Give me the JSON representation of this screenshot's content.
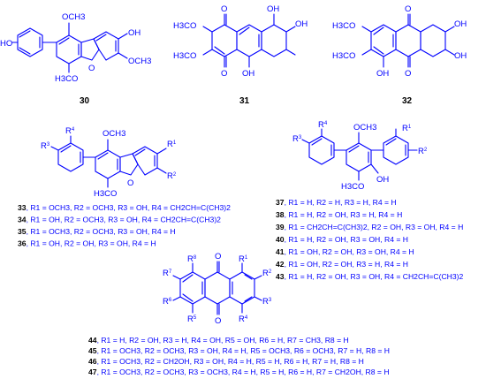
{
  "compounds": {
    "c30": {
      "number": "30",
      "labels": {
        "ome_top": "OCH3",
        "oh_right": "OH",
        "ome_right": "OCH3",
        "ome_bottom": "H3CO",
        "oh_left": "HO"
      }
    },
    "c31": {
      "number": "31",
      "labels": {
        "ome_a": "H3CO",
        "ome_b": "H3CO",
        "oh_top": "OH",
        "oh_bottom": "OH"
      }
    },
    "c32": {
      "number": "32",
      "labels": {
        "ome_a": "H3CO",
        "ome_b": "H3CO",
        "oh_top": "OH",
        "oh_bottom": "OH",
        "oh_right": "OH"
      }
    },
    "scaffoldA": {
      "labels": {
        "ome_top": "OCH3",
        "r1": "R1",
        "r2": "R2",
        "r3": "R3",
        "r4": "R4",
        "ome_bottom": "H3CO"
      },
      "entries": [
        {
          "number": "33",
          "text": ", R1 = OCH3, R2 = OCH3, R3 = OH, R4 = CH2CH=C(CH3)2"
        },
        {
          "number": "34",
          "text": ", R1 = OH, R2 = OCH3, R3 = OH, R4 = CH2CH=C(CH3)2"
        },
        {
          "number": "35",
          "text": ", R1 = OCH3, R2 = OCH3, R3 = OH, R4 = H"
        },
        {
          "number": "36",
          "text": ", R1 = OH, R2 = OH, R3 = OH, R4 = H"
        }
      ]
    },
    "scaffoldB": {
      "labels": {
        "ome_top": "OCH3",
        "r1": "R1",
        "r2": "R2",
        "r3": "R3",
        "r4": "R4",
        "ome_bottom": "H3CO",
        "oh": "OH"
      },
      "entries": [
        {
          "number": "37",
          "text": ", R1 = H, R2 = H, R3 = H, R4 = H"
        },
        {
          "number": "38",
          "text": ", R1 = H, R2 = OH, R3 = H, R4 = H"
        },
        {
          "number": "39",
          "text": ", R1 = CH2CH=C(CH3)2, R2 = OH, R3 = OH, R4 = H"
        },
        {
          "number": "40",
          "text": ", R1 = H, R2 = OH, R3 = OH, R4 = H"
        },
        {
          "number": "41",
          "text": ", R1 = OH, R2 = OH, R3 = OH, R4 = H"
        },
        {
          "number": "42",
          "text": ", R1 = OH, R2 = OH, R3 = H, R4 = H"
        },
        {
          "number": "43",
          "text": ", R1 = H, R2 = OH, R3 = OH, R4 = CH2CH=C(CH3)2"
        }
      ]
    },
    "scaffoldC": {
      "labels": {
        "o_top": "O",
        "o_bottom": "O",
        "r1": "R1",
        "r2": "R2",
        "r3": "R3",
        "r4": "R4",
        "r5": "R5",
        "r6": "R6",
        "r7": "R7",
        "r8": "R8"
      },
      "entries": [
        {
          "number": "44",
          "text": ", R1 = H, R2 = OH, R3 = H, R4 = OH, R5 = OH, R6 = H, R7 = CH3, R8 = H"
        },
        {
          "number": "45",
          "text": ", R1 = OCH3, R2 = OCH3, R3 = OH, R4 = H, R5 = OCH3, R6 = OCH3, R7 = H, R8 = H"
        },
        {
          "number": "46",
          "text": ", R1 = OCH3, R2 = CH2OH, R3 = OH, R4 = H, R5 = H, R6 = H, R7 = H, R8 = H"
        },
        {
          "number": "47",
          "text": ", R1 = OCH3, R2 = OCH3, R3 = OCH3, R4 = H, R5 = H, R6 = H, R7 = CH2OH, R8 = H"
        }
      ]
    }
  }
}
